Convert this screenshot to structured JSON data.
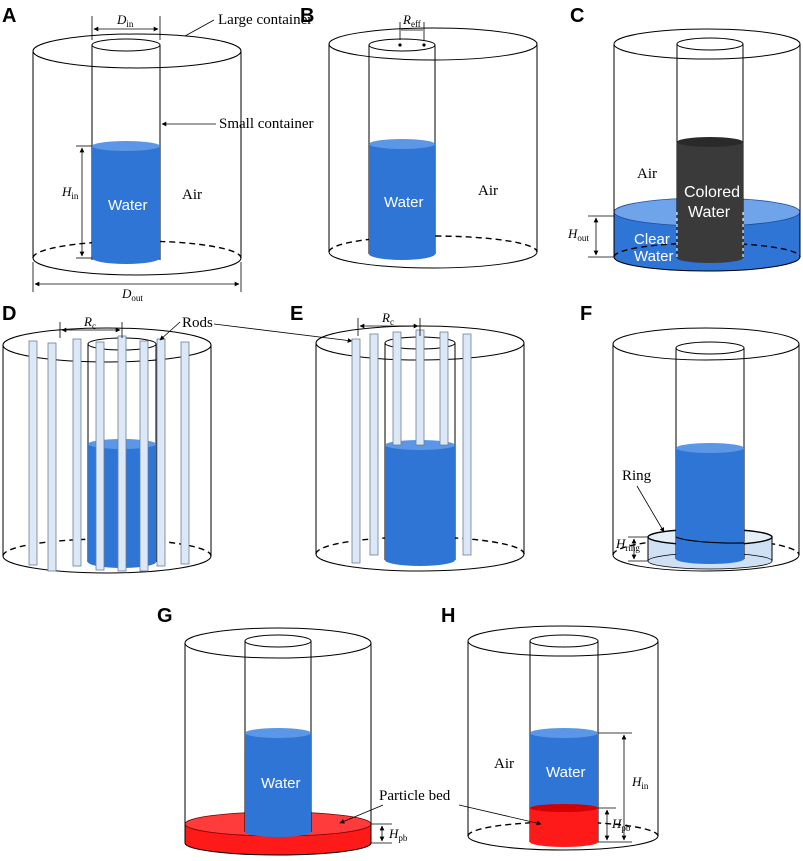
{
  "panels": {
    "a": {
      "letter": "A",
      "d_in_sym": "D",
      "d_in_sub": "in",
      "large_container": "Large container",
      "small_container": "Small container",
      "water": "Water",
      "air": "Air",
      "h_in_sym": "H",
      "h_in_sub": "in",
      "d_out_sym": "D",
      "d_out_sub": "out"
    },
    "b": {
      "letter": "B",
      "r_eff_sym": "R",
      "r_eff_sub": "eff",
      "water": "Water",
      "air": "Air"
    },
    "c": {
      "letter": "C",
      "air": "Air",
      "colored": "Colored",
      "water_word": "Water",
      "clear": "Clear",
      "clear_water_word": "Water",
      "h_out_sym": "H",
      "h_out_sub": "out"
    },
    "d": {
      "letter": "D",
      "rc_sym": "R",
      "rc_sub": "c",
      "rods": "Rods"
    },
    "e": {
      "letter": "E",
      "rc_sym": "R",
      "rc_sub": "c"
    },
    "f": {
      "letter": "F",
      "ring": "Ring",
      "h_ring_sym": "H",
      "h_ring_sub": "ring"
    },
    "g": {
      "letter": "G",
      "water": "Water",
      "particle_bed": "Particle bed",
      "h_pb_sym": "H",
      "h_pb_sub": "pb"
    },
    "h": {
      "letter": "H",
      "air": "Air",
      "water": "Water",
      "h_in_sym": "H",
      "h_in_sub": "in",
      "h_pb_sym": "H",
      "h_pb_sub": "pb"
    }
  },
  "colors": {
    "water": "#2e75d6",
    "colored_water": "#3a3a3a",
    "particle_bed": "#ff1a1a",
    "rod": "#dce8f6"
  }
}
